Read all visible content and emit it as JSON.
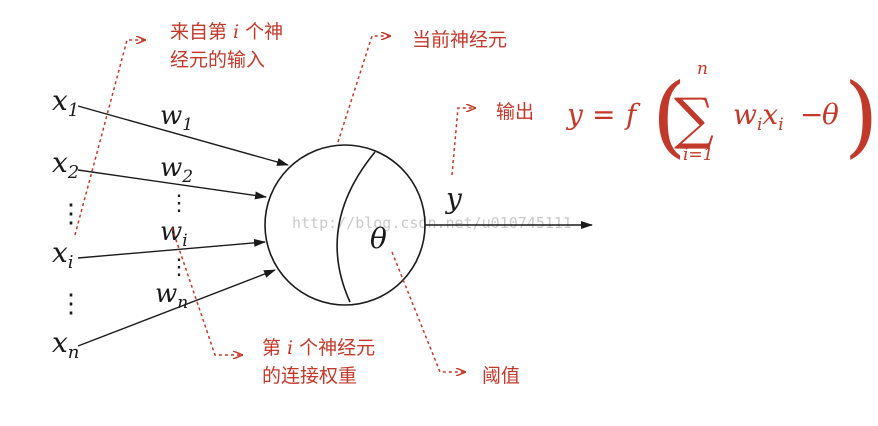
{
  "inputs": {
    "x1": {
      "base": "x",
      "sub": "1"
    },
    "x2": {
      "base": "x",
      "sub": "2"
    },
    "xi": {
      "base": "x",
      "sub": "i"
    },
    "xn": {
      "base": "x",
      "sub": "n"
    },
    "vdots": "⋮"
  },
  "weights": {
    "w1": {
      "base": "w",
      "sub": "1"
    },
    "w2": {
      "base": "w",
      "sub": "2"
    },
    "wi": {
      "base": "w",
      "sub": "i"
    },
    "wn": {
      "base": "w",
      "sub": "n"
    },
    "vdots": "⋮"
  },
  "neuron": {
    "threshold_symbol": "θ",
    "output_symbol": "y"
  },
  "annotations": {
    "input_from_neuron": {
      "line1_pre": "来自第",
      "line1_var": "i",
      "line1_post": "个神",
      "line2": "经元的输入"
    },
    "current_neuron": "当前神经元",
    "connection_weight": {
      "line1_pre": "第",
      "line1_var": "i",
      "line1_post": "个神经元",
      "line2": "的连接权重"
    },
    "threshold": "阈值",
    "output_label": "输出"
  },
  "formula": {
    "y": "y",
    "equals": "=",
    "f": "f",
    "lparen": "(",
    "rparen": ")",
    "sum": "∑",
    "upper": "n",
    "lower": "i=1",
    "w": "w",
    "w_sub": "i",
    "x": "x",
    "x_sub": "i",
    "minus": "−",
    "theta": "θ"
  },
  "watermark": "http://blog.csdn.net/u010745111",
  "colors": {
    "annotation": "#c0392b",
    "ink": "#1a1a1a"
  }
}
